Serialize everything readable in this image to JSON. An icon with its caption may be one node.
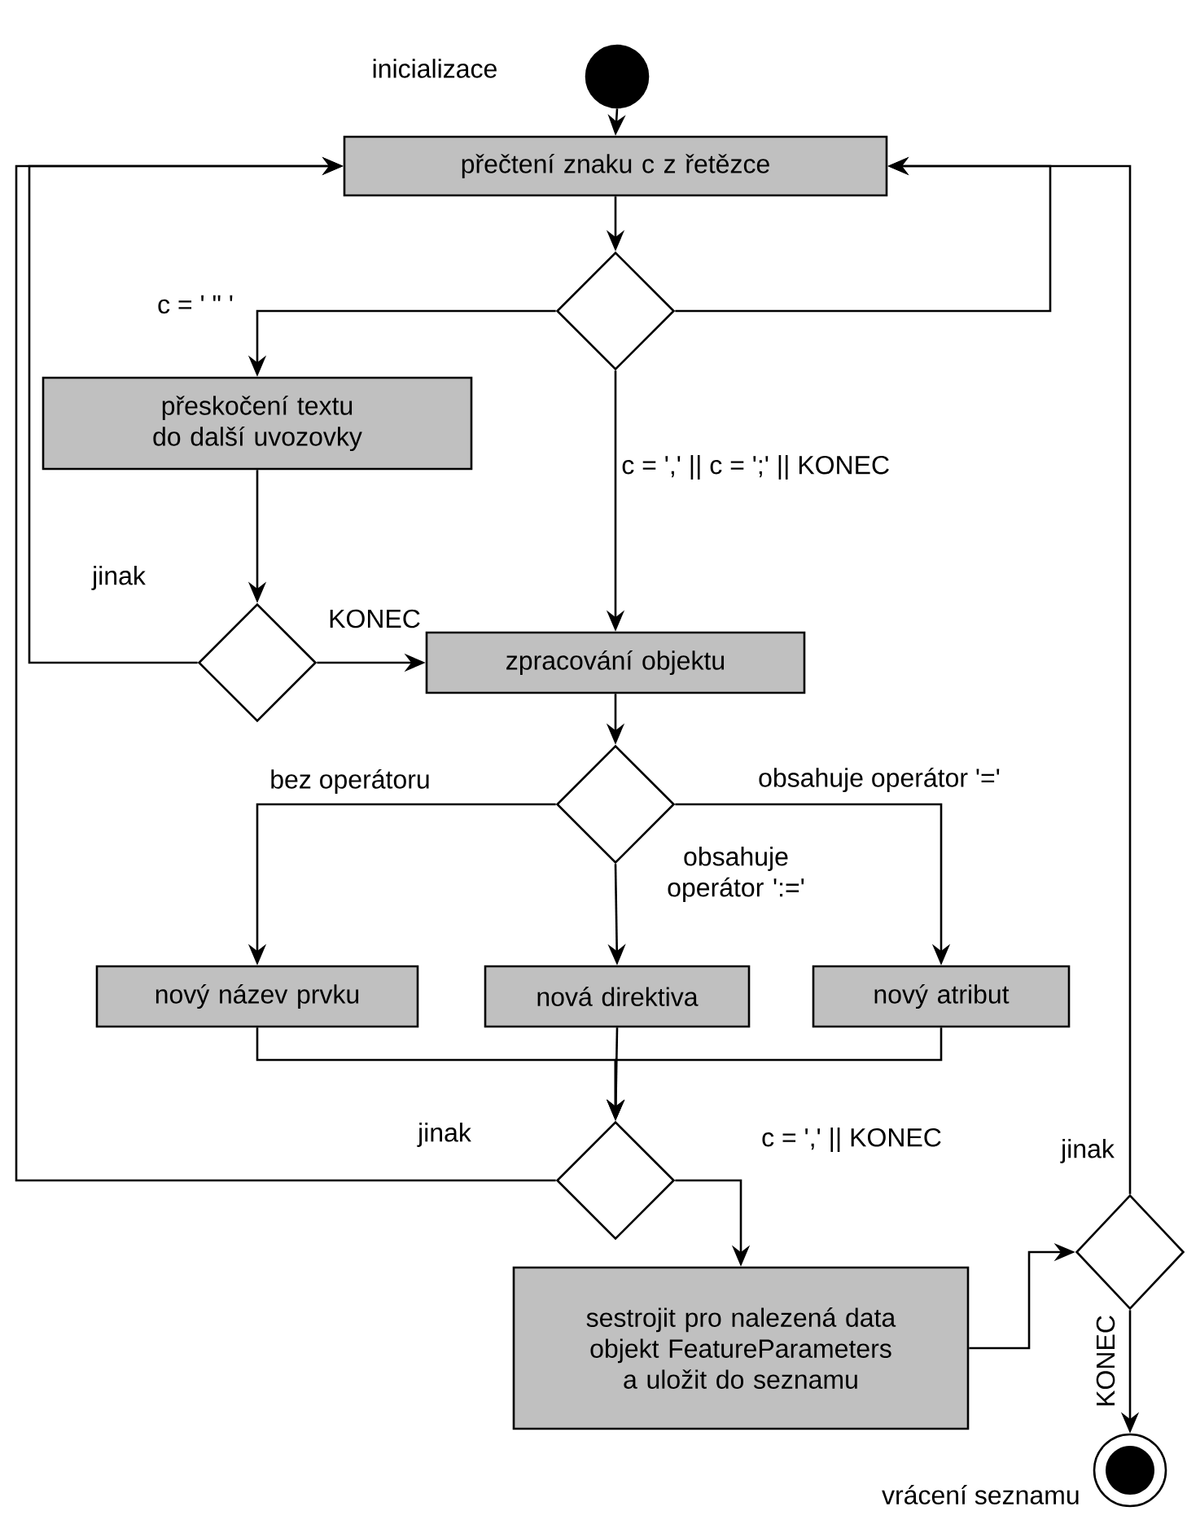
{
  "diagram": {
    "nodes": [
      {
        "text": [],
        "shape": "circle",
        "beside": [
          "inicializace"
        ]
      },
      {
        "text": [
          "přečtení znaku c z řetězce"
        ]
      },
      {
        "text": [],
        "shape": "diamond"
      },
      {
        "text": [
          "přeskočení textu do další uvozovky"
        ]
      },
      {
        "text": [],
        "shape": "diamond"
      },
      {
        "text": [
          "zpracování objektu"
        ]
      },
      {
        "text": [],
        "shape": "diamond"
      },
      {
        "text": [
          "nový název prvku"
        ]
      },
      {
        "text": [
          "nová direktiva"
        ]
      },
      {
        "text": [
          "nový atribut"
        ]
      },
      {
        "text": [],
        "shape": "diamond"
      },
      {
        "text": [
          "sestrojit pro nalezená data objekt FeatureParameters a uložit do seznamu"
        ]
      },
      {
        "text": [],
        "shape": "diamond"
      },
      {
        "text": [],
        "shape": "circle",
        "beside": [
          "vrácení seznamu"
        ]
      }
    ],
    "edges": [
      {
        "from": 0,
        "to": 1,
        "arrow": "to"
      },
      {
        "from": 1,
        "to": 2,
        "arrow": "to"
      },
      {
        "from": 2,
        "to": 3,
        "arrow": "to",
        "label": "c = ' \" '"
      },
      {
        "from": 2,
        "to": 1,
        "arrow": "to"
      },
      {
        "from": 2,
        "to": 5,
        "arrow": "to",
        "label": "c = ',' || c = ';' || KONEC"
      },
      {
        "from": 3,
        "to": 4,
        "arrow": "to"
      },
      {
        "from": 4,
        "to": 5,
        "arrow": "to",
        "label": "KONEC"
      },
      {
        "from": 4,
        "to": 1,
        "arrow": "to",
        "label": "jinak"
      },
      {
        "from": 5,
        "to": 6,
        "arrow": "to"
      },
      {
        "from": 6,
        "to": 7,
        "arrow": "to",
        "label": "bez operátoru"
      },
      {
        "from": 6,
        "to": 8,
        "arrow": "to",
        "label": "obsahuje operátor ':='"
      },
      {
        "from": 6,
        "to": 9,
        "arrow": "to",
        "label": "obsahuje operátor '='"
      },
      {
        "from": 7,
        "to": 10,
        "arrow": "to"
      },
      {
        "from": 8,
        "to": 10,
        "arrow": "to"
      },
      {
        "from": 9,
        "to": 10,
        "arrow": "to"
      },
      {
        "from": 10,
        "to": 1,
        "arrow": "to",
        "label": "jinak"
      },
      {
        "from": 10,
        "to": 11,
        "arrow": "to",
        "label": "c = ',' || KONEC"
      },
      {
        "from": 11,
        "to": 12,
        "arrow": "to"
      },
      {
        "from": 12,
        "to": 1,
        "arrow": "to",
        "label": "jinak"
      },
      {
        "from": 12,
        "to": 13,
        "arrow": "to",
        "label": "KONEC"
      }
    ]
  }
}
